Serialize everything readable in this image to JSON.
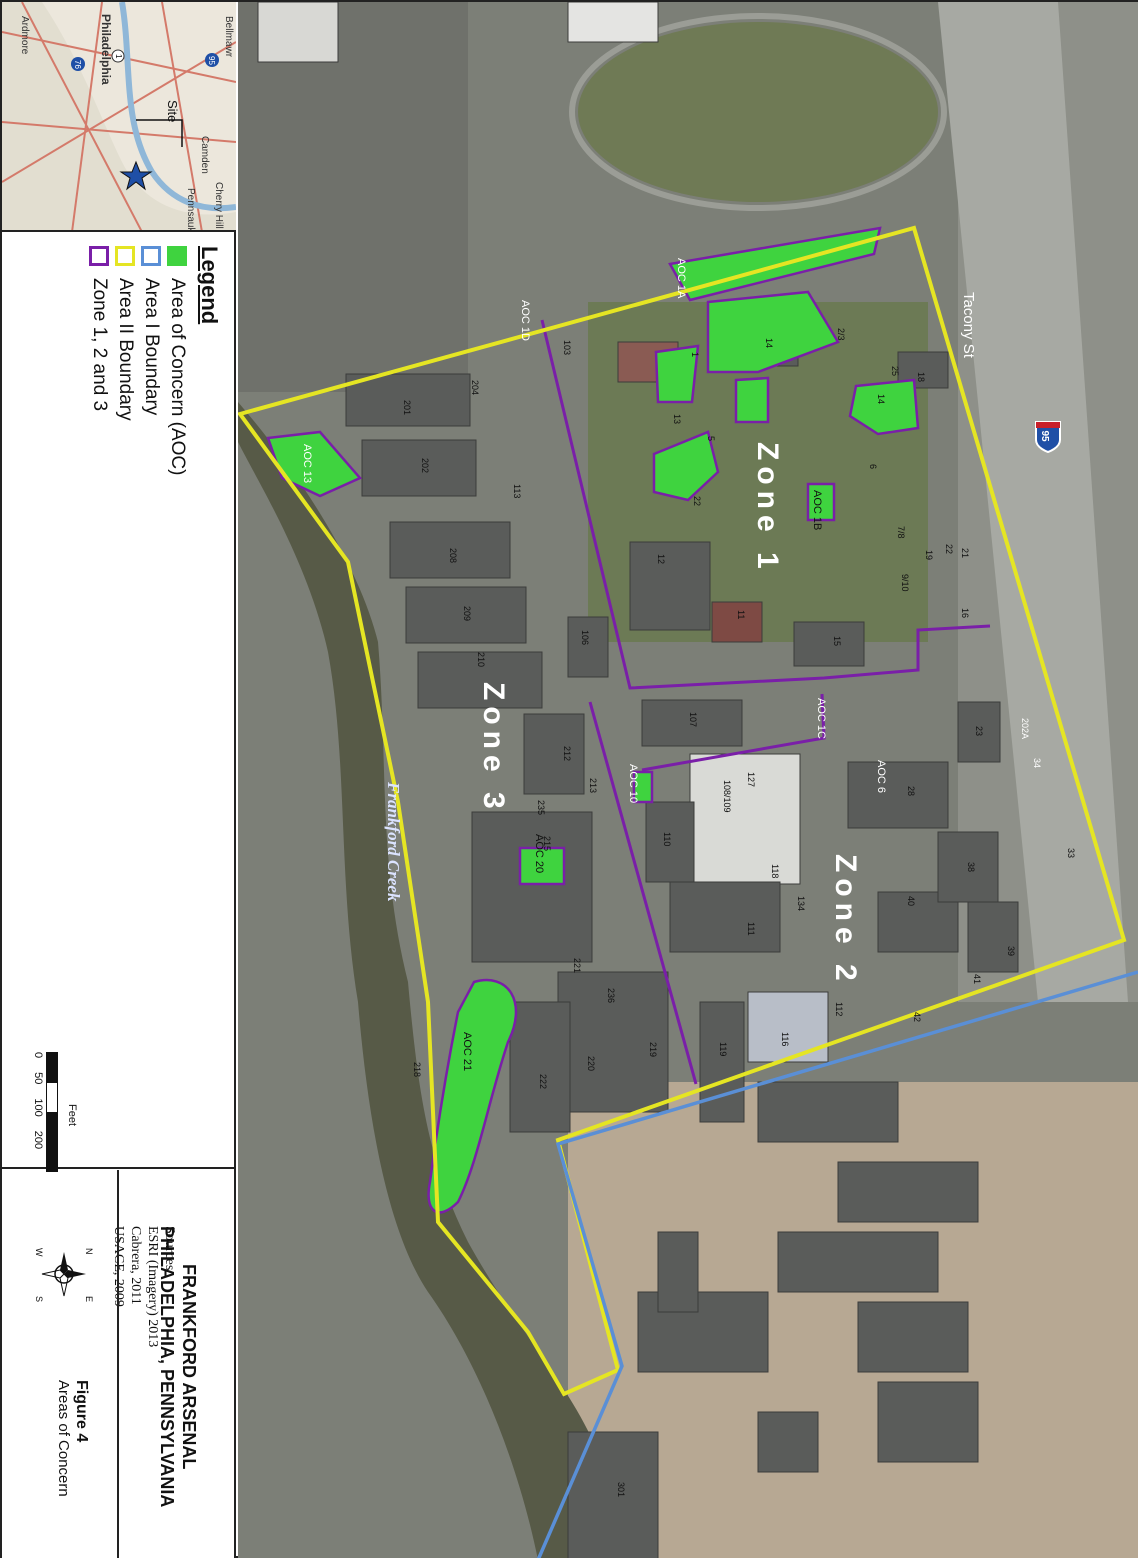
{
  "inset": {
    "labels": {
      "city": "Philadelphia",
      "ardmore": "Ardmore",
      "camden": "Camden",
      "pennsauken": "Pennsauken",
      "cherry_hill": "Cherry Hill",
      "bellmawr": "Bellmawr",
      "site": "Site"
    },
    "highway_shields": [
      "76",
      "1",
      "95"
    ]
  },
  "legend": {
    "title": "Legend",
    "items": [
      {
        "label": "Area of Concern (AOC)",
        "swatch": "aoc"
      },
      {
        "label": "Area I Boundary",
        "swatch": "a1"
      },
      {
        "label": "Area II Boundary",
        "swatch": "a2"
      },
      {
        "label": "Zone 1, 2 and 3",
        "swatch": "zn"
      }
    ]
  },
  "scale": {
    "unit": "Feet",
    "ticks": [
      "0",
      "50",
      "100",
      "200"
    ]
  },
  "north_arrow": {
    "n": "N",
    "s": "S",
    "e": "E",
    "w": "W"
  },
  "sources": {
    "heading": "Sources",
    "lines": [
      "ESRI (Imagery) 2013",
      "Cabrera, 2011",
      "USACE, 2009"
    ]
  },
  "title": {
    "line1": "FRANKFORD ARSENAL",
    "line2": "PHILADELPHIA, PENNSYLVANIA"
  },
  "figure": {
    "number": "Figure 4",
    "caption": "Areas of Concern"
  },
  "map": {
    "zones": [
      "Zone 1",
      "Zone 2",
      "Zone 3"
    ],
    "street": "Tacony St",
    "interstate": "95",
    "creek": "Frankford Creek",
    "aoc_labels": [
      "AOC 1A",
      "AOC 1D",
      "AOC 1B",
      "AOC 1C",
      "AOC 6",
      "AOC 10",
      "AOC 13",
      "AOC 20",
      "AOC 21"
    ],
    "buildings": [
      "18",
      "25",
      "14",
      "14",
      "1",
      "2/3",
      "13",
      "5",
      "6",
      "22",
      "7/8",
      "19",
      "22",
      "21",
      "9/10",
      "16",
      "12",
      "11",
      "15",
      "103",
      "201",
      "202",
      "204",
      "113",
      "208",
      "209",
      "210",
      "106",
      "107",
      "23",
      "202A",
      "34",
      "28",
      "127",
      "108/109",
      "118",
      "110",
      "212",
      "213",
      "215",
      "235",
      "33",
      "38",
      "40",
      "39",
      "134",
      "111",
      "41",
      "42",
      "112",
      "116",
      "221",
      "119",
      "219",
      "220",
      "222",
      "236",
      "218",
      "301"
    ],
    "colors": {
      "aoc": "#3fd33f",
      "area1": "#5a8fd6",
      "area2": "#e5e523",
      "zone": "#7a1fa8"
    }
  }
}
